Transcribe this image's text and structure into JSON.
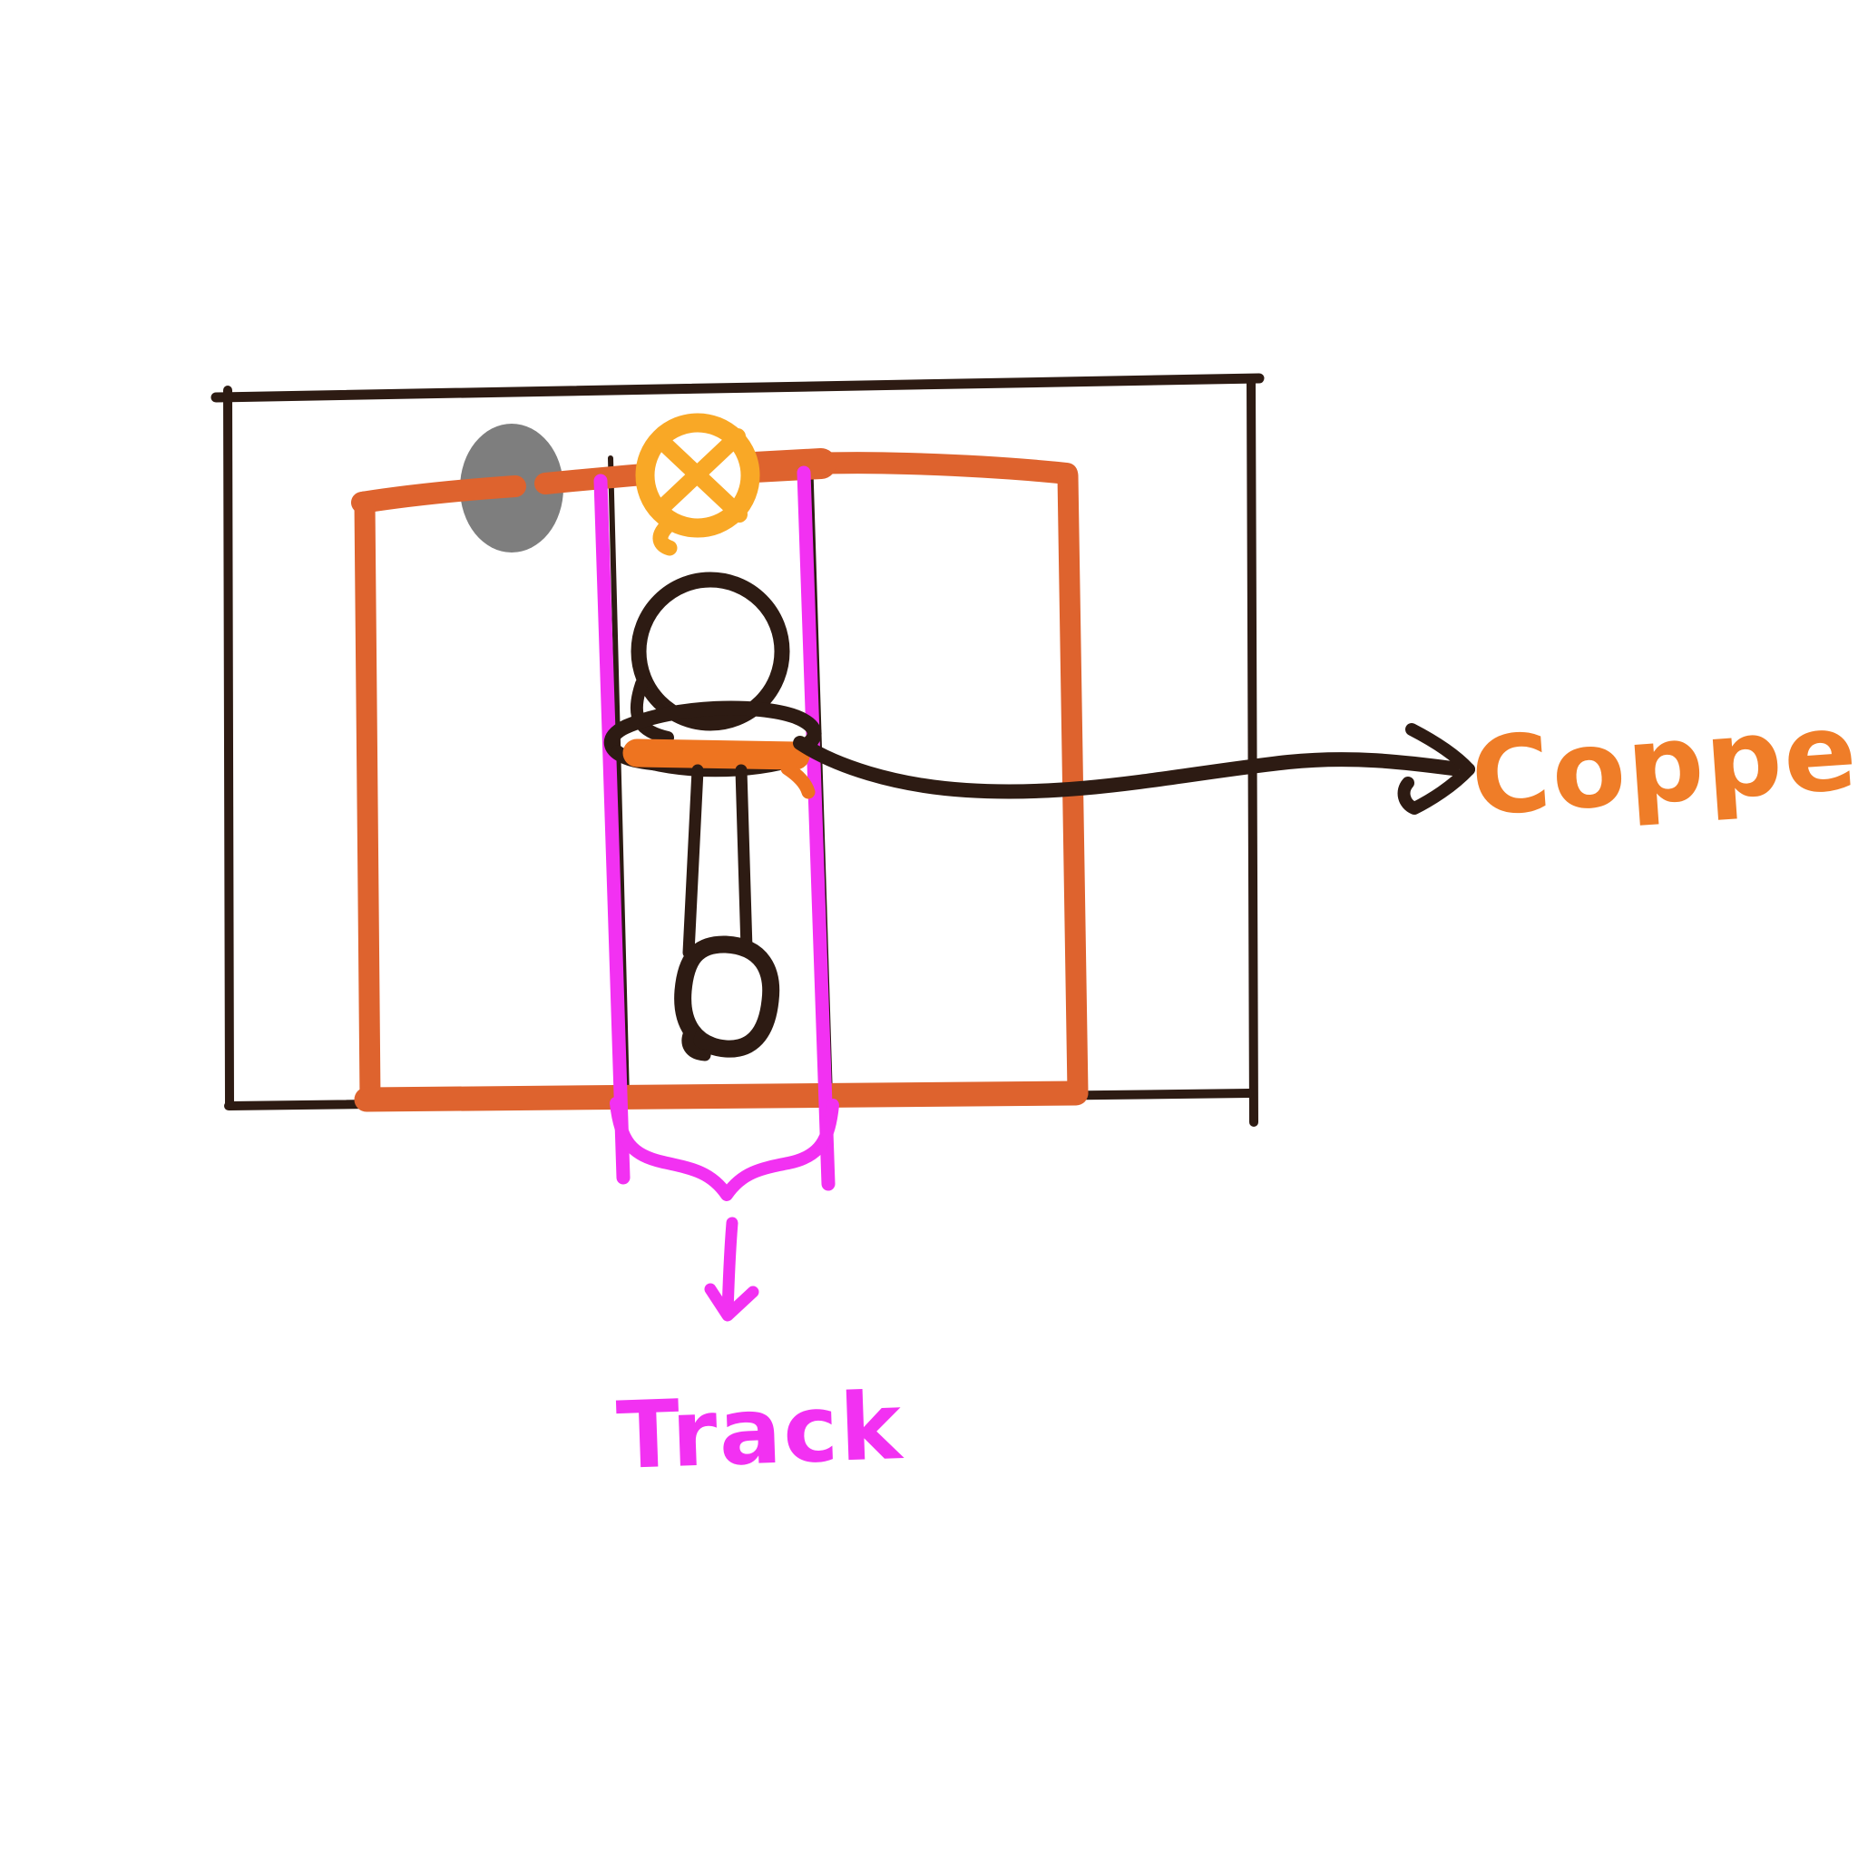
{
  "labels": {
    "copper": "Copper",
    "track": "Track"
  },
  "annotations": {
    "copper_arrow": "curved arrow from slider bar pointing right to the word Copper",
    "track_brace": "curly brace under the two rails with a down arrow pointing to the word Track"
  },
  "symbols": {
    "lamp": "circle-with-x-icon",
    "contact": "gray-dot",
    "slider": "circle-head with loop collar on orange bar with hanging ring handle"
  },
  "colors": {
    "background": "#ffffff",
    "ink": "#2d1b13",
    "wire_orange": "#de632e",
    "bar_orange": "#ee7420",
    "copper_text_orange": "#ef7d28",
    "bulb_yellow": "#f9a826",
    "contact_gray": "#7e7e7e",
    "track_magenta": "#f231f2"
  }
}
